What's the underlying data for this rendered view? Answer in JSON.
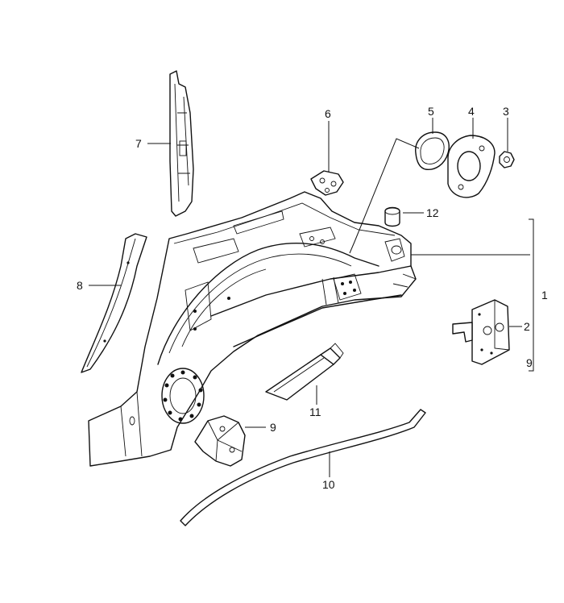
{
  "callouts": {
    "c1": "1",
    "c2": "2",
    "c3": "3",
    "c4": "4",
    "c5": "5",
    "c6": "6",
    "c7": "7",
    "c8": "8",
    "c9a": "9",
    "c9b": "9",
    "c10": "10",
    "c11": "11",
    "c12": "12"
  }
}
